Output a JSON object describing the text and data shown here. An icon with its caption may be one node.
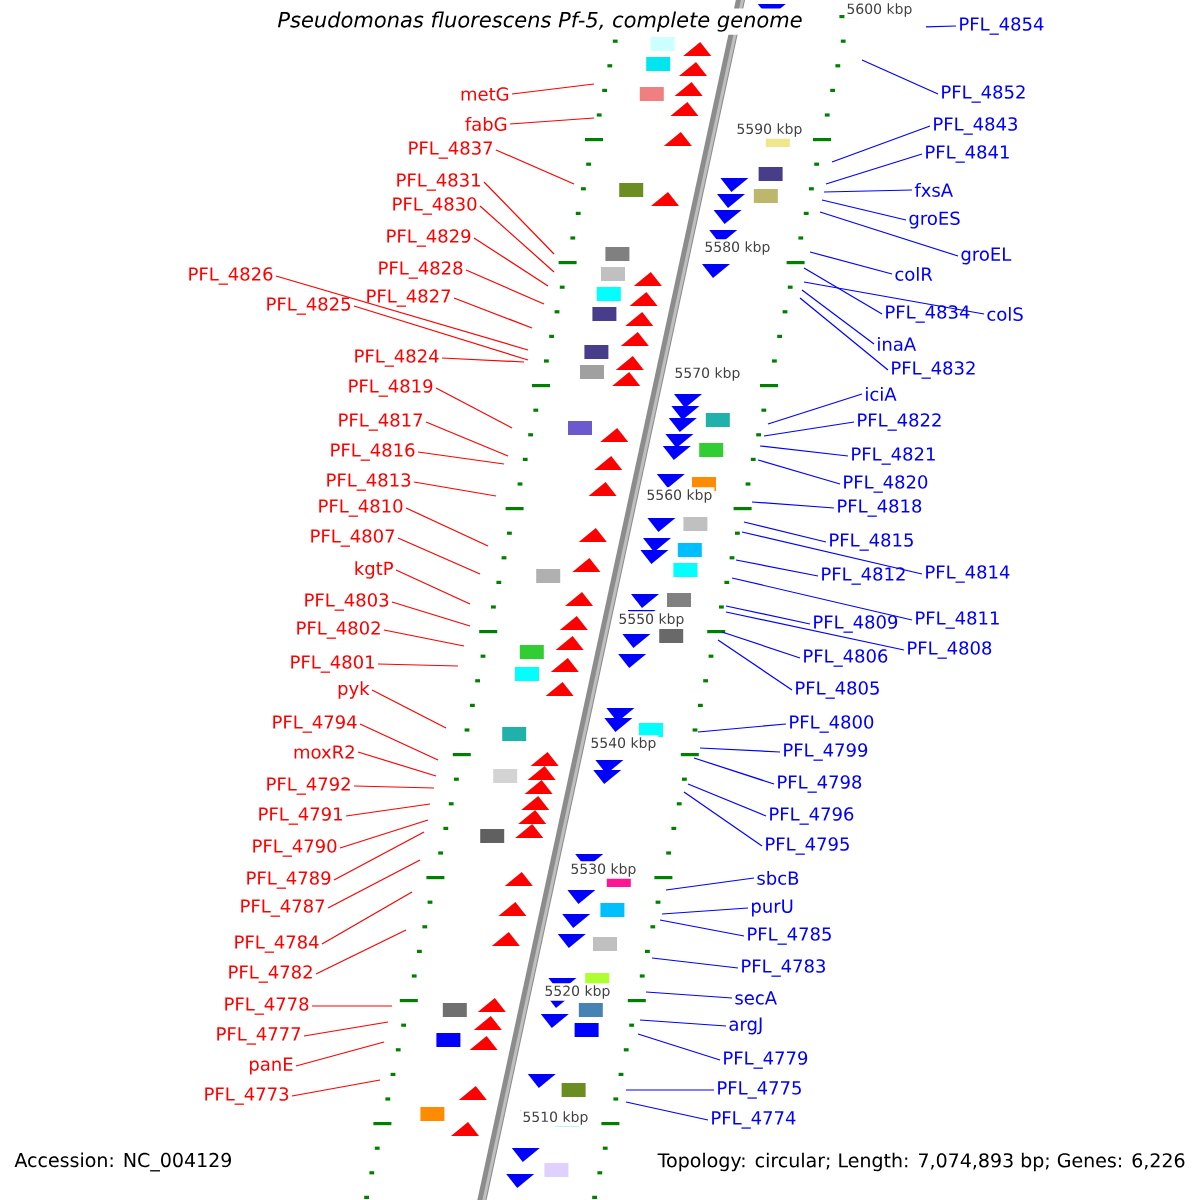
{
  "diagram": {
    "title": "Pseudomonas fluorescens Pf-5, complete genome",
    "nodes": [
      {
        "text": [
          "metG"
        ]
      },
      {
        "text": [
          "fabG"
        ]
      },
      {
        "text": [
          "PFL_4837"
        ]
      },
      {
        "text": [
          "PFL_4831"
        ]
      },
      {
        "text": [
          "PFL_4830"
        ]
      },
      {
        "text": [
          "PFL_4829"
        ]
      },
      {
        "text": [
          "PFL_4828"
        ]
      },
      {
        "text": [
          "PFL_4826"
        ]
      },
      {
        "text": [
          "PFL_4827"
        ]
      },
      {
        "text": [
          "PFL_4825"
        ]
      },
      {
        "text": [
          "PFL_4824"
        ]
      },
      {
        "text": [
          "PFL_4819"
        ]
      },
      {
        "text": [
          "PFL_4817"
        ]
      },
      {
        "text": [
          "PFL_4816"
        ]
      },
      {
        "text": [
          "PFL_4813"
        ]
      },
      {
        "text": [
          "PFL_4810"
        ]
      },
      {
        "text": [
          "PFL_4807"
        ]
      },
      {
        "text": [
          "kgtP"
        ]
      },
      {
        "text": [
          "PFL_4803"
        ]
      },
      {
        "text": [
          "PFL_4802"
        ]
      },
      {
        "text": [
          "PFL_4801"
        ]
      },
      {
        "text": [
          "pyk"
        ]
      },
      {
        "text": [
          "PFL_4794"
        ]
      },
      {
        "text": [
          "moxR2"
        ]
      },
      {
        "text": [
          "PFL_4792"
        ]
      },
      {
        "text": [
          "PFL_4791"
        ]
      },
      {
        "text": [
          "PFL_4790"
        ]
      },
      {
        "text": [
          "PFL_4789"
        ]
      },
      {
        "text": [
          "PFL_4787"
        ]
      },
      {
        "text": [
          "PFL_4784"
        ]
      },
      {
        "text": [
          "PFL_4782"
        ]
      },
      {
        "text": [
          "PFL_4778"
        ]
      },
      {
        "text": [
          "PFL_4777"
        ]
      },
      {
        "text": [
          "panE"
        ]
      },
      {
        "text": [
          "PFL_4773"
        ]
      },
      {
        "text": [
          "PFL_4854"
        ]
      },
      {
        "text": [
          "PFL_4852"
        ]
      },
      {
        "text": [
          "PFL_4843"
        ]
      },
      {
        "text": [
          "PFL_4841"
        ]
      },
      {
        "text": [
          "fxsA"
        ]
      },
      {
        "text": [
          "groES"
        ]
      },
      {
        "text": [
          "groEL"
        ]
      },
      {
        "text": [
          "colR"
        ]
      },
      {
        "text": [
          "PFL_4834"
        ]
      },
      {
        "text": [
          "colS"
        ]
      },
      {
        "text": [
          "inaA"
        ]
      },
      {
        "text": [
          "PFL_4832"
        ]
      },
      {
        "text": [
          "iciA"
        ]
      },
      {
        "text": [
          "PFL_4822"
        ]
      },
      {
        "text": [
          "PFL_4821"
        ]
      },
      {
        "text": [
          "PFL_4820"
        ]
      },
      {
        "text": [
          "PFL_4818"
        ]
      },
      {
        "text": [
          "PFL_4815"
        ]
      },
      {
        "text": [
          "PFL_4814"
        ]
      },
      {
        "text": [
          "PFL_4812"
        ]
      },
      {
        "text": [
          "PFL_4811"
        ]
      },
      {
        "text": [
          "PFL_4809"
        ]
      },
      {
        "text": [
          "PFL_4808"
        ]
      },
      {
        "text": [
          "PFL_4806"
        ]
      },
      {
        "text": [
          "PFL_4805"
        ]
      },
      {
        "text": [
          "PFL_4800"
        ]
      },
      {
        "text": [
          "PFL_4799"
        ]
      },
      {
        "text": [
          "PFL_4798"
        ]
      },
      {
        "text": [
          "PFL_4796"
        ]
      },
      {
        "text": [
          "PFL_4795"
        ]
      },
      {
        "text": [
          "sbcB"
        ]
      },
      {
        "text": [
          "purU"
        ]
      },
      {
        "text": [
          "PFL_4785"
        ]
      },
      {
        "text": [
          "PFL_4783"
        ]
      },
      {
        "text": [
          "secA"
        ]
      },
      {
        "text": [
          "argJ"
        ]
      },
      {
        "text": [
          "PFL_4779"
        ]
      },
      {
        "text": [
          "PFL_4775"
        ]
      },
      {
        "text": [
          "PFL_4774"
        ]
      }
    ],
    "edges": [
      {
        "from": 0,
        "to": null,
        "arrow": "none",
        "color": "#ff0000"
      },
      {
        "from": 1,
        "to": null,
        "arrow": "none",
        "color": "#ff0000"
      },
      {
        "from": 2,
        "to": null,
        "arrow": "none",
        "color": "#ff0000"
      },
      {
        "from": 3,
        "to": null,
        "arrow": "none",
        "color": "#ff0000"
      },
      {
        "from": 4,
        "to": null,
        "arrow": "none",
        "color": "#ff0000"
      },
      {
        "from": 5,
        "to": null,
        "arrow": "none",
        "color": "#ff0000"
      },
      {
        "from": 6,
        "to": null,
        "arrow": "none",
        "color": "#ff0000"
      },
      {
        "from": 7,
        "to": null,
        "arrow": "none",
        "color": "#ff0000"
      },
      {
        "from": 8,
        "to": null,
        "arrow": "none",
        "color": "#ff0000"
      },
      {
        "from": 9,
        "to": null,
        "arrow": "none",
        "color": "#ff0000"
      },
      {
        "from": 10,
        "to": null,
        "arrow": "none",
        "color": "#ff0000"
      },
      {
        "from": 11,
        "to": null,
        "arrow": "none",
        "color": "#ff0000"
      },
      {
        "from": 12,
        "to": null,
        "arrow": "none",
        "color": "#ff0000"
      },
      {
        "from": 13,
        "to": null,
        "arrow": "none",
        "color": "#ff0000"
      },
      {
        "from": 14,
        "to": null,
        "arrow": "none",
        "color": "#ff0000"
      },
      {
        "from": 15,
        "to": null,
        "arrow": "none",
        "color": "#ff0000"
      },
      {
        "from": 16,
        "to": null,
        "arrow": "none",
        "color": "#ff0000"
      },
      {
        "from": 17,
        "to": null,
        "arrow": "none",
        "color": "#ff0000"
      },
      {
        "from": 18,
        "to": null,
        "arrow": "none",
        "color": "#ff0000"
      },
      {
        "from": 19,
        "to": null,
        "arrow": "none",
        "color": "#ff0000"
      },
      {
        "from": 20,
        "to": null,
        "arrow": "none",
        "color": "#ff0000"
      },
      {
        "from": 21,
        "to": null,
        "arrow": "none",
        "color": "#ff0000"
      },
      {
        "from": 22,
        "to": null,
        "arrow": "none",
        "color": "#ff0000"
      },
      {
        "from": 23,
        "to": null,
        "arrow": "none",
        "color": "#ff0000"
      },
      {
        "from": 24,
        "to": null,
        "arrow": "none",
        "color": "#ff0000"
      },
      {
        "from": 25,
        "to": null,
        "arrow": "none",
        "color": "#ff0000"
      },
      {
        "from": 26,
        "to": null,
        "arrow": "none",
        "color": "#ff0000"
      },
      {
        "from": 27,
        "to": null,
        "arrow": "none",
        "color": "#ff0000"
      },
      {
        "from": 28,
        "to": null,
        "arrow": "none",
        "color": "#ff0000"
      },
      {
        "from": 29,
        "to": null,
        "arrow": "none",
        "color": "#ff0000"
      },
      {
        "from": 30,
        "to": null,
        "arrow": "none",
        "color": "#ff0000"
      },
      {
        "from": 31,
        "to": null,
        "arrow": "none",
        "color": "#ff0000"
      },
      {
        "from": 32,
        "to": null,
        "arrow": "none",
        "color": "#ff0000"
      },
      {
        "from": 33,
        "to": null,
        "arrow": "none",
        "color": "#ff0000"
      },
      {
        "from": 34,
        "to": null,
        "arrow": "none",
        "color": "#ff0000"
      },
      {
        "from": 35,
        "to": null,
        "arrow": "none",
        "color": "#0000ff"
      },
      {
        "from": 36,
        "to": null,
        "arrow": "none",
        "color": "#0000ff"
      },
      {
        "from": 37,
        "to": null,
        "arrow": "none",
        "color": "#0000ff"
      },
      {
        "from": 38,
        "to": null,
        "arrow": "none",
        "color": "#0000ff"
      },
      {
        "from": 39,
        "to": null,
        "arrow": "none",
        "color": "#0000ff"
      },
      {
        "from": 40,
        "to": null,
        "arrow": "none",
        "color": "#0000ff"
      },
      {
        "from": 41,
        "to": null,
        "arrow": "none",
        "color": "#0000ff"
      },
      {
        "from": 42,
        "to": null,
        "arrow": "none",
        "color": "#0000ff"
      },
      {
        "from": 43,
        "to": null,
        "arrow": "none",
        "color": "#0000ff"
      },
      {
        "from": 44,
        "to": null,
        "arrow": "none",
        "color": "#0000ff"
      },
      {
        "from": 45,
        "to": null,
        "arrow": "none",
        "color": "#0000ff"
      },
      {
        "from": 46,
        "to": null,
        "arrow": "none",
        "color": "#0000ff"
      },
      {
        "from": 47,
        "to": null,
        "arrow": "none",
        "color": "#0000ff"
      },
      {
        "from": 48,
        "to": null,
        "arrow": "none",
        "color": "#0000ff"
      },
      {
        "from": 49,
        "to": null,
        "arrow": "none",
        "color": "#0000ff"
      },
      {
        "from": 50,
        "to": null,
        "arrow": "none",
        "color": "#0000ff"
      },
      {
        "from": 51,
        "to": null,
        "arrow": "none",
        "color": "#0000ff"
      },
      {
        "from": 52,
        "to": null,
        "arrow": "none",
        "color": "#0000ff"
      },
      {
        "from": 53,
        "to": null,
        "arrow": "none",
        "color": "#0000ff"
      },
      {
        "from": 54,
        "to": null,
        "arrow": "none",
        "color": "#0000ff"
      },
      {
        "from": 55,
        "to": null,
        "arrow": "none",
        "color": "#0000ff"
      },
      {
        "from": 56,
        "to": null,
        "arrow": "none",
        "color": "#0000ff"
      },
      {
        "from": 57,
        "to": null,
        "arrow": "none",
        "color": "#0000ff"
      },
      {
        "from": 58,
        "to": null,
        "arrow": "none",
        "color": "#0000ff"
      },
      {
        "from": 59,
        "to": null,
        "arrow": "none",
        "color": "#0000ff"
      },
      {
        "from": 60,
        "to": null,
        "arrow": "none",
        "color": "#0000ff"
      },
      {
        "from": 61,
        "to": null,
        "arrow": "none",
        "color": "#0000ff"
      },
      {
        "from": 62,
        "to": null,
        "arrow": "none",
        "color": "#0000ff"
      },
      {
        "from": 63,
        "to": null,
        "arrow": "none",
        "color": "#0000ff"
      },
      {
        "from": 64,
        "to": null,
        "arrow": "none",
        "color": "#0000ff"
      },
      {
        "from": 65,
        "to": null,
        "arrow": "none",
        "color": "#0000ff"
      },
      {
        "from": 66,
        "to": null,
        "arrow": "none",
        "color": "#0000ff"
      },
      {
        "from": 67,
        "to": null,
        "arrow": "none",
        "color": "#0000ff"
      },
      {
        "from": 68,
        "to": null,
        "arrow": "none",
        "color": "#0000ff"
      },
      {
        "from": 69,
        "to": null,
        "arrow": "none",
        "color": "#0000ff"
      },
      {
        "from": 70,
        "to": null,
        "arrow": "none",
        "color": "#0000ff"
      },
      {
        "from": 71,
        "to": null,
        "arrow": "none",
        "color": "#0000ff"
      },
      {
        "from": 72,
        "to": null,
        "arrow": "none",
        "color": "#0000ff"
      },
      {
        "from": 73,
        "to": null,
        "arrow": "none",
        "color": "#0000ff"
      }
    ],
    "labels": [
      "5600 kbp",
      "5590 kbp",
      "5580 kbp",
      "5570 kbp",
      "5560 kbp",
      "5550 kbp",
      "5540 kbp",
      "5530 kbp",
      "5520 kbp",
      "5510 kbp",
      "Accession: NC_004129",
      "Topology: circular; Length: 7,074,893 bp; Genes: 6,226"
    ]
  }
}
